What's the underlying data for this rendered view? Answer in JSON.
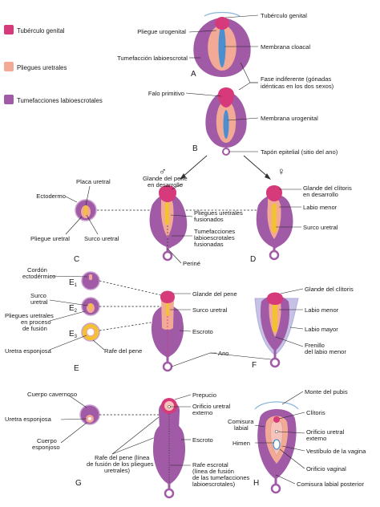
{
  "colors": {
    "tuberculo": "#d63a7a",
    "pliegues": "#f2a995",
    "tumefacciones": "#a05aa6",
    "uretra": "#4b8fd0",
    "amarillo": "#f2c230",
    "rosado": "#f6c3ba"
  },
  "legend": [
    {
      "label": "Tubérculo genital",
      "color": "#d63a7a"
    },
    {
      "label": "Pliegues uretrales",
      "color": "#f2a995"
    },
    {
      "label": "Tumefacciones labioescrotales",
      "color": "#a05aa6"
    }
  ],
  "panels": {
    "A": "A",
    "B": "B",
    "C": "C",
    "D": "D",
    "E": "E",
    "F": "F",
    "G": "G",
    "H": "H",
    "E1": "E",
    "E1_sub": "1",
    "E2": "E",
    "E2_sub": "2",
    "E3": "E",
    "E3_sub": "3"
  },
  "symbols": {
    "male": "♂",
    "female": "♀"
  },
  "labels": {
    "tuberculo_genital": "Tubérculo genital",
    "pliegue_urogenital": "Pliegue urogenital",
    "membrana_cloacal": "Membrana cloacal",
    "tumefaccion_labioescrotal": "Tumefacción labioescrotal",
    "fase_1": "Fase indiferente (gónadas",
    "fase_2": "idénticas en los dos sexos)",
    "falo_primitivo": "Falo primitivo",
    "membrana_urogenital": "Membrana urogenital",
    "tapon_epitelial": "Tapón epitelial (sitio del ano)",
    "placa_uretral": "Placa uretral",
    "ectodermo": "Ectodermo",
    "pliegue_uretral": "Pliegue uretral",
    "surco_uretral_c": "Surco uretral",
    "glande_pene_desarrollo_1": "Glande del pene",
    "glande_pene_desarrollo_2": "en desarrollo",
    "pliegues_fusionados_1": "Pliegues uretrales",
    "pliegues_fusionados_2": "fusionados",
    "tumefacciones_fusionadas_1": "Tumefacciones",
    "tumefacciones_fusionadas_2": "labioescrotales",
    "tumefacciones_fusionadas_3": "fusionadas",
    "perine": "Periné",
    "glande_clitoris_desarrollo_1": "Glande del clítoris",
    "glande_clitoris_desarrollo_2": "en desarrollo",
    "labio_menor_d": "Labio menor",
    "surco_uretral_d": "Surco uretral",
    "cordon_1": "Cordón",
    "cordon_2": "ectodérmico",
    "surco_uretral_e_1": "Surco",
    "surco_uretral_e_2": "uretral",
    "pliegues_fusion_1": "Pliegues uretrales",
    "pliegues_fusion_2": "en proceso",
    "pliegues_fusion_3": "de fusión",
    "uretra_esponjosa_e": "Uretra esponjosa",
    "rafe_pene_e": "Rafe del pene",
    "glande_pene": "Glande del pene",
    "surco_uretral_mid": "Surco uretral",
    "escroto_e": "Escroto",
    "ano": "Ano",
    "glande_clitoris": "Glande del clítoris",
    "labio_menor_f": "Labio menor",
    "labio_mayor": "Labio mayor",
    "frenillo_1": "Frenillo",
    "frenillo_2": "del labio menor",
    "cuerpo_cavernoso": "Cuerpo cavernoso",
    "uretra_esponjosa_g": "Uretra esponjosa",
    "cuerpo_esponjoso_1": "Cuerpo",
    "cuerpo_esponjoso_2": "esponjoso",
    "rafe_pene_g_1": "Rafe del pene (línea",
    "rafe_pene_g_2": "de fusión de los pliegues",
    "rafe_pene_g_3": "uretrales)",
    "prepucio": "Prepucio",
    "orificio_externo_g_1": "Orificio uretral",
    "orificio_externo_g_2": "externo",
    "escroto_g": "Escroto",
    "rafe_escrotal_1": "Rafe escrotal",
    "rafe_escrotal_2": "(línea de fusión",
    "rafe_escrotal_3": "de las tumefacciones",
    "rafe_escrotal_4": "labioescrotales)",
    "monte_pubis": "Monte del pubis",
    "clitoris": "Clítoris",
    "comisura_labial_1": "Comisura",
    "comisura_labial_2": "labial",
    "orificio_externo_h_1": "Orificio uretral",
    "orificio_externo_h_2": "externo",
    "himen": "Himen",
    "vestibulo": "Vestíbulo de la vagina",
    "orificio_vaginal": "Orificio vaginal",
    "comisura_posterior": "Comisura labial posterior"
  }
}
